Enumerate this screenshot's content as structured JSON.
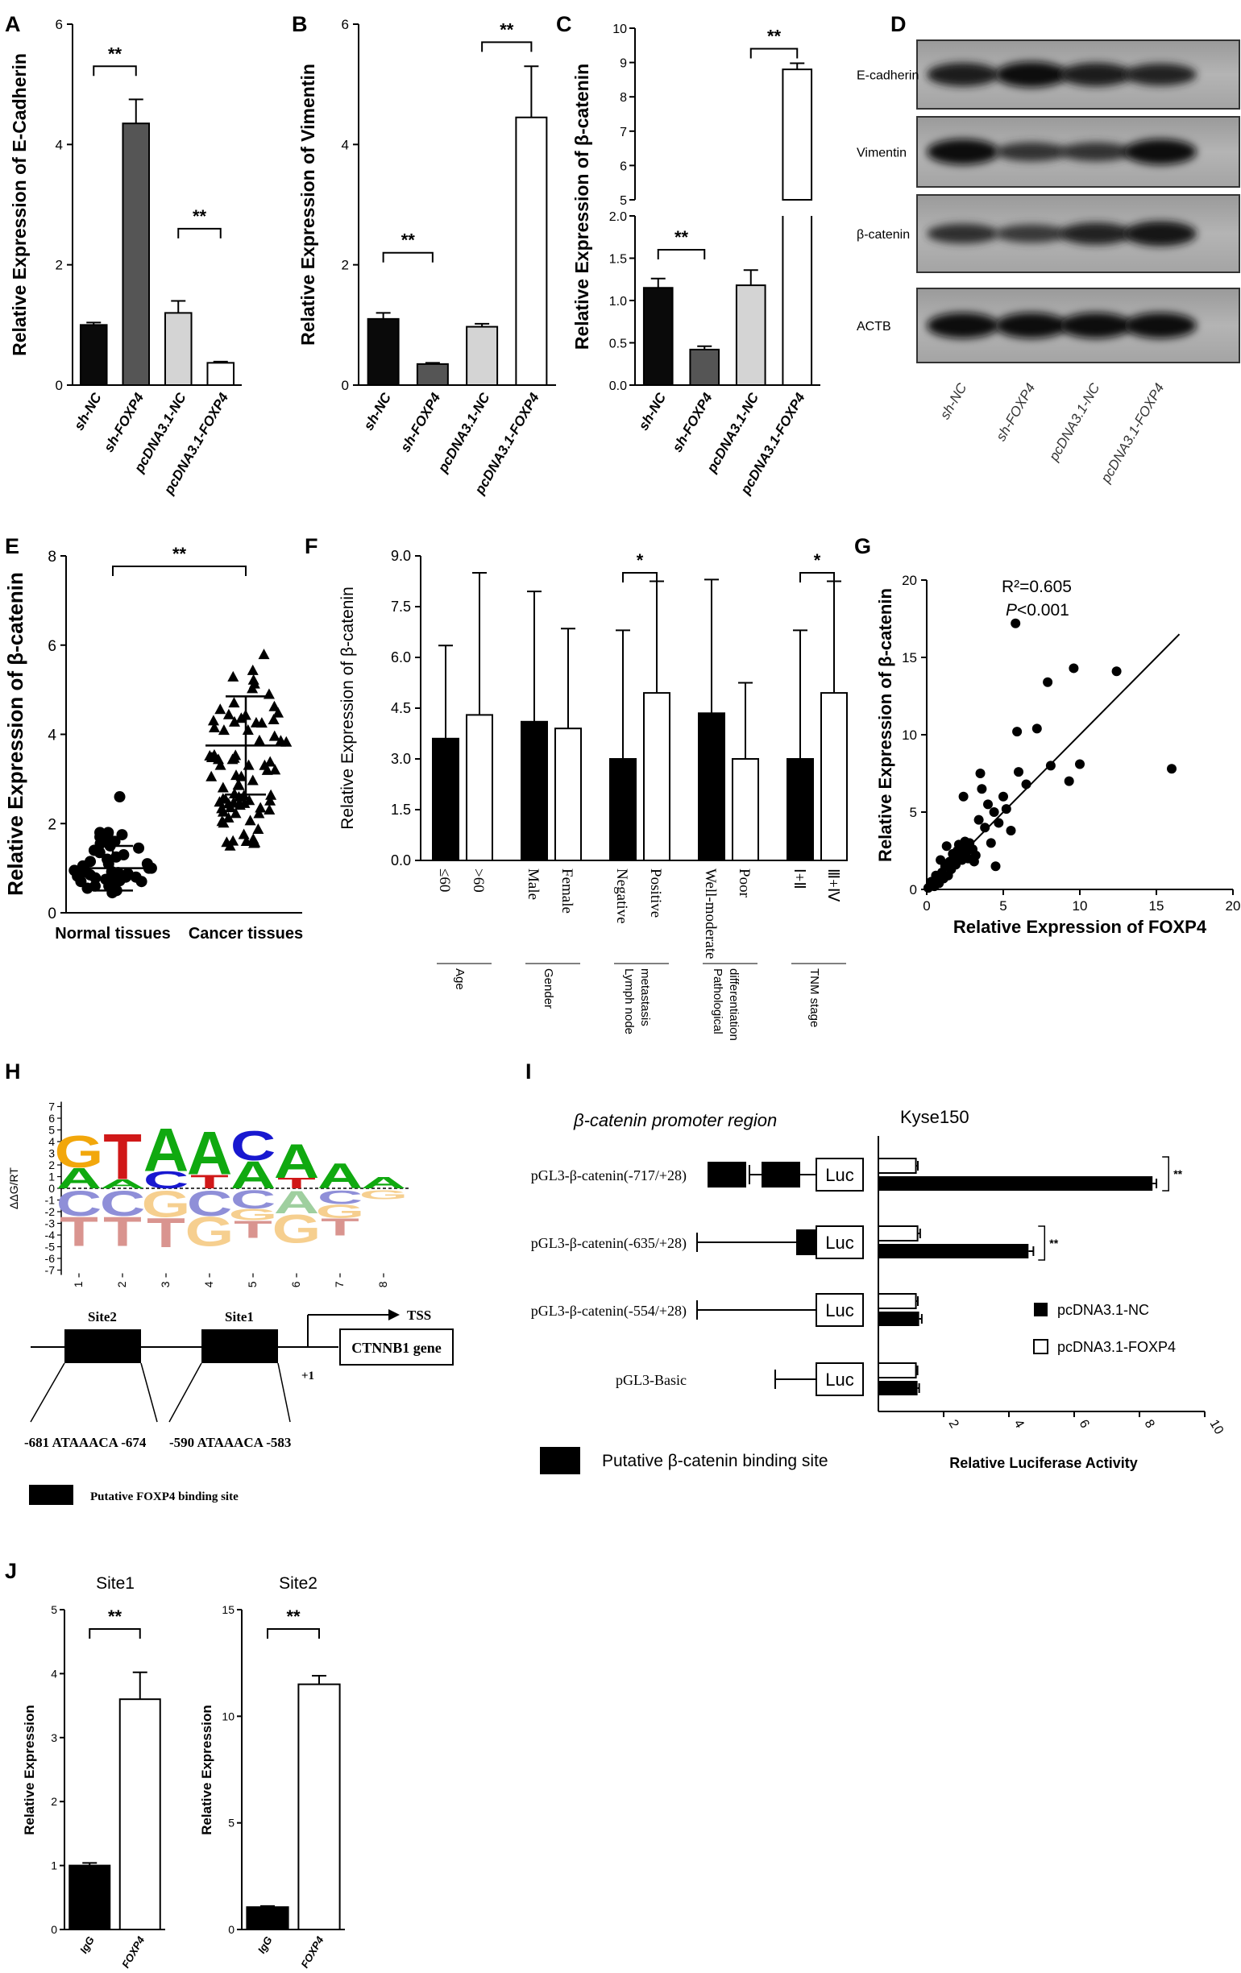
{
  "figure": {
    "panel_letters": [
      "A",
      "B",
      "C",
      "D",
      "E",
      "F",
      "G",
      "H",
      "I",
      "J"
    ],
    "significance": {
      "double": "**",
      "single": "*"
    },
    "colors": {
      "black": "#0a0a0a",
      "dark_gray": "#555555",
      "light_gray": "#d4d4d4",
      "white": "#ffffff"
    }
  },
  "chart_data": [
    {
      "panel": "A",
      "type": "bar",
      "ylabel": "Relative Expression of E-Cadherin",
      "categories": [
        "sh-NC",
        "sh-FOXP4",
        "pcDNA3.1-NC",
        "pcDNA3.1-FOXP4"
      ],
      "values": [
        1.0,
        4.35,
        1.2,
        0.37
      ],
      "errors": [
        0.04,
        0.4,
        0.2,
        0.02
      ],
      "fills": [
        "#0a0a0a",
        "#555555",
        "#d4d4d4",
        "#ffffff"
      ],
      "ylim": [
        0,
        6
      ],
      "yticks": [
        "0",
        "2",
        "4",
        "6"
      ],
      "sig": [
        {
          "pair": [
            0,
            1
          ],
          "y": 5.3,
          "label": "**"
        },
        {
          "pair": [
            2,
            3
          ],
          "y": 2.6,
          "label": "**"
        }
      ]
    },
    {
      "panel": "B",
      "type": "bar",
      "ylabel": "Relative Expression of Vimentin",
      "categories": [
        "sh-NC",
        "sh-FOXP4",
        "pcDNA3.1-NC",
        "pcDNA3.1-FOXP4"
      ],
      "values": [
        1.1,
        0.35,
        0.97,
        4.45
      ],
      "errors": [
        0.1,
        0.02,
        0.05,
        0.85
      ],
      "fills": [
        "#0a0a0a",
        "#555555",
        "#d4d4d4",
        "#ffffff"
      ],
      "ylim": [
        0,
        6
      ],
      "yticks": [
        "0",
        "2",
        "4",
        "6"
      ],
      "sig": [
        {
          "pair": [
            0,
            1
          ],
          "y": 2.2,
          "label": "**"
        },
        {
          "pair": [
            2,
            3
          ],
          "y": 5.7,
          "label": "**"
        }
      ]
    },
    {
      "panel": "C",
      "type": "bar",
      "ylabel": "Relative Expression of β-catenin",
      "categories": [
        "sh-NC",
        "sh-FOXP4",
        "pcDNA3.1-NC",
        "pcDNA3.1-FOXP4"
      ],
      "values": [
        1.15,
        0.42,
        1.18,
        8.8
      ],
      "errors": [
        0.11,
        0.04,
        0.18,
        0.18
      ],
      "fills": [
        "#0a0a0a",
        "#555555",
        "#d4d4d4",
        "#ffffff"
      ],
      "broken_axis": {
        "lower": [
          0,
          2
        ],
        "upper": [
          5,
          10
        ]
      },
      "yticks_lower": [
        "0.0",
        "0.5",
        "1.0",
        "1.5",
        "2.0"
      ],
      "yticks_upper": [
        "5",
        "6",
        "7",
        "8",
        "9",
        "10"
      ],
      "sig": [
        {
          "pair": [
            0,
            1
          ],
          "y": 1.6,
          "label": "**"
        },
        {
          "pair": [
            2,
            3
          ],
          "y": 9.4,
          "label": "**"
        }
      ]
    },
    {
      "panel": "E",
      "type": "scatter",
      "ylabel": "Relative Expression of β-catenin",
      "categories": [
        "Normal tissues",
        "Cancer tissues"
      ],
      "ylim": [
        0,
        8
      ],
      "yticks": [
        "0",
        "2",
        "4",
        "6",
        "8"
      ],
      "mean": [
        1.0,
        3.75
      ],
      "sd": [
        0.5,
        1.1
      ],
      "sig": [
        {
          "pair": [
            0,
            1
          ],
          "y": 7.7,
          "label": "**"
        }
      ]
    },
    {
      "panel": "F",
      "type": "bar",
      "ylabel": "Relative Expression of β-catenin",
      "categories": [
        "≤60",
        ">60",
        "Male",
        "Female",
        "Negative",
        "Positive",
        "Well-moderate",
        "Poor",
        "Ⅰ+Ⅱ",
        "Ⅲ+Ⅳ"
      ],
      "values": [
        3.6,
        4.3,
        4.1,
        3.9,
        3.0,
        4.95,
        4.35,
        3.0,
        3.0,
        4.95
      ],
      "errors": [
        2.75,
        4.2,
        3.85,
        2.95,
        3.8,
        3.3,
        3.95,
        2.25,
        3.8,
        3.3
      ],
      "ylim": [
        0,
        9
      ],
      "yticks": [
        "0.0",
        "1.5",
        "3.0",
        "4.5",
        "6.0",
        "7.5",
        "9.0"
      ],
      "groups": [
        {
          "lines": [
            "Age"
          ]
        },
        {
          "lines": [
            "Gender"
          ]
        },
        {
          "lines": [
            "Lymph node",
            "metastasis"
          ]
        },
        {
          "lines": [
            "Pathological",
            "differentiation"
          ]
        },
        {
          "lines": [
            "TNM stage"
          ]
        }
      ],
      "sig": [
        {
          "pair": [
            4,
            5
          ],
          "y": 8.5,
          "label": "*"
        },
        {
          "pair": [
            8,
            9
          ],
          "y": 8.5,
          "label": "*"
        }
      ]
    },
    {
      "panel": "G",
      "type": "scatter",
      "xlabel": "Relative Expression of FOXP4",
      "ylabel": "Relative Expression of β-catenin",
      "xlim": [
        0,
        20
      ],
      "ylim": [
        0,
        20
      ],
      "xticks": [
        "0",
        "5",
        "10",
        "15",
        "20"
      ],
      "yticks": [
        "0",
        "5",
        "10",
        "15",
        "20"
      ],
      "annotation": {
        "r2": "R²=0.605",
        "p_label": "P",
        "p_value": "<0.001"
      },
      "fit": {
        "x0": 0,
        "y0": 0,
        "x1": 16.5,
        "y1": 16.5
      },
      "points": [
        [
          0.1,
          0.1
        ],
        [
          0.3,
          0.5
        ],
        [
          0.5,
          0.2
        ],
        [
          0.6,
          0.9
        ],
        [
          0.8,
          0.4
        ],
        [
          1.0,
          1.1
        ],
        [
          1.1,
          0.7
        ],
        [
          1.2,
          1.5
        ],
        [
          1.4,
          0.9
        ],
        [
          1.5,
          1.8
        ],
        [
          1.6,
          1.3
        ],
        [
          1.7,
          2.3
        ],
        [
          1.8,
          2.0
        ],
        [
          1.9,
          1.6
        ],
        [
          2.0,
          2.5
        ],
        [
          2.1,
          2.9
        ],
        [
          2.2,
          2.2
        ],
        [
          2.3,
          1.9
        ],
        [
          2.4,
          2.7
        ],
        [
          2.5,
          3.1
        ],
        [
          2.6,
          2.4
        ],
        [
          2.7,
          2.0
        ],
        [
          2.8,
          3.0
        ],
        [
          3.0,
          2.6
        ],
        [
          3.1,
          1.8
        ],
        [
          3.2,
          2.2
        ],
        [
          3.4,
          4.5
        ],
        [
          3.5,
          7.5
        ],
        [
          3.6,
          6.5
        ],
        [
          3.8,
          4.0
        ],
        [
          4.0,
          5.5
        ],
        [
          4.2,
          3.0
        ],
        [
          4.4,
          5.0
        ],
        [
          4.5,
          1.5
        ],
        [
          4.7,
          4.3
        ],
        [
          5.0,
          6.0
        ],
        [
          5.2,
          5.2
        ],
        [
          5.5,
          3.8
        ],
        [
          5.8,
          17.2
        ],
        [
          5.9,
          10.2
        ],
        [
          6.0,
          7.6
        ],
        [
          6.5,
          6.8
        ],
        [
          7.2,
          10.4
        ],
        [
          7.9,
          13.4
        ],
        [
          8.1,
          8.0
        ],
        [
          9.3,
          7.0
        ],
        [
          9.6,
          14.3
        ],
        [
          10.0,
          8.1
        ],
        [
          12.4,
          14.1
        ],
        [
          16.0,
          7.8
        ],
        [
          1.3,
          2.8
        ],
        [
          2.4,
          6.0
        ],
        [
          0.9,
          1.9
        ]
      ]
    },
    {
      "panel": "H",
      "type": "diagram",
      "ylabel": "ΔΔG/RT",
      "yticks": [
        "7",
        "6",
        "5",
        "4",
        "3",
        "2",
        "1",
        "0",
        "-1",
        "-2",
        "-3",
        "-4",
        "-5",
        "-6",
        "-7"
      ],
      "xticks": [
        "1",
        "2",
        "3",
        "4",
        "5",
        "6",
        "7",
        "8"
      ],
      "top_letters": [
        [
          {
            "l": "G",
            "h": 2.8
          },
          {
            "l": "A",
            "h": 1.8
          }
        ],
        [
          {
            "l": "T",
            "h": 4.0
          },
          {
            "l": "A",
            "h": 0.8
          }
        ],
        [
          {
            "l": "A",
            "h": 3.8
          },
          {
            "l": "C",
            "h": 1.5
          }
        ],
        [
          {
            "l": "A",
            "h": 3.8
          },
          {
            "l": "T",
            "h": 1.2
          }
        ],
        [
          {
            "l": "C",
            "h": 2.6
          },
          {
            "l": "A",
            "h": 2.4
          }
        ],
        [
          {
            "l": "A",
            "h": 3.0
          },
          {
            "l": "T",
            "h": 0.9
          }
        ],
        [
          {
            "l": "A",
            "h": 2.2
          }
        ],
        [
          {
            "l": "A",
            "h": 1.0
          }
        ]
      ],
      "bottom_letters": [
        [
          {
            "l": "C",
            "h": 2.2
          },
          {
            "l": "T",
            "h": 2.6
          }
        ],
        [
          {
            "l": "C",
            "h": 2.2
          },
          {
            "l": "T",
            "h": 2.6
          }
        ],
        [
          {
            "l": "G",
            "h": 2.3
          },
          {
            "l": "T",
            "h": 2.6
          }
        ],
        [
          {
            "l": "C",
            "h": 2.2
          },
          {
            "l": "G",
            "h": 2.6
          }
        ],
        [
          {
            "l": "C",
            "h": 1.6
          },
          {
            "l": "G",
            "h": 1.0
          },
          {
            "l": "T",
            "h": 1.5
          }
        ],
        [
          {
            "l": "A",
            "h": 2.0
          },
          {
            "l": "G",
            "h": 2.5
          }
        ],
        [
          {
            "l": "C",
            "h": 1.2
          },
          {
            "l": "G",
            "h": 1.2
          },
          {
            "l": "T",
            "h": 1.5
          }
        ],
        [
          {
            "l": "G",
            "h": 0.8
          }
        ]
      ],
      "site2": "Site2",
      "site1": "Site1",
      "tss": "TSS",
      "plus_one": "+1",
      "gene": "CTNNB1 gene",
      "seq2": "-681 ATAAACA -674",
      "seq1": "-590 ATAAACA -583",
      "legend": "Putative FOXP4 binding site"
    },
    {
      "panel": "I",
      "type": "bar",
      "orientation": "horizontal",
      "title": "Kyse150",
      "region_title": "β-catenin promoter region",
      "constructs": [
        "pGL3-β-catenin(-717/+28)",
        "pGL3-β-catenin(-635/+28)",
        "pGL3-β-catenin(-554/+28)",
        "pGL3-Basic"
      ],
      "luc": "Luc",
      "xlabel": "Relative Luciferase Activity",
      "xlim": [
        0,
        10
      ],
      "xticks": [
        "2",
        "4",
        "6",
        "8",
        "10"
      ],
      "series": [
        {
          "name": "pcDNA3.1-NC",
          "values": [
            8.4,
            4.6,
            1.25,
            1.2
          ],
          "errors": [
            0.12,
            0.15,
            0.08,
            0.05
          ]
        },
        {
          "name": "pcDNA3.1-FOXP4",
          "values": [
            1.15,
            1.2,
            1.15,
            1.15
          ],
          "errors": [
            0.06,
            0.08,
            0.06,
            0.05
          ]
        }
      ],
      "sig": [
        "**",
        "**"
      ],
      "legend_binding": "Putative β-catenin binding site"
    },
    {
      "panel": "J",
      "type": "bar",
      "subcharts": [
        {
          "title": "Site1",
          "ylabel": "Relative Expression",
          "categories": [
            "IgG",
            "FOXP4"
          ],
          "values": [
            1.0,
            3.6
          ],
          "errors": [
            0.04,
            0.42
          ],
          "ylim": [
            0,
            5
          ],
          "yticks": [
            "0",
            "1",
            "2",
            "3",
            "4",
            "5"
          ],
          "sig": "**"
        },
        {
          "title": "Site2",
          "ylabel": "Relative Expression",
          "categories": [
            "IgG",
            "FOXP4"
          ],
          "values": [
            1.05,
            11.5
          ],
          "errors": [
            0.05,
            0.4
          ],
          "ylim": [
            0,
            15
          ],
          "yticks": [
            "0",
            "5",
            "10",
            "15"
          ],
          "sig": "**"
        }
      ]
    }
  ],
  "western_blot": {
    "panel": "D",
    "bands": [
      "E-cadherin",
      "Vimentin",
      "β-catenin",
      "ACTB"
    ],
    "lanes": [
      "sh-NC",
      "sh-FOXP4",
      "pcDNA3.1-NC",
      "pcDNA3.1-FOXP4"
    ],
    "intensity": [
      [
        0.85,
        1.0,
        0.85,
        0.75
      ],
      [
        1.0,
        0.55,
        0.55,
        1.0
      ],
      [
        0.6,
        0.5,
        0.75,
        0.95
      ],
      [
        1.0,
        1.0,
        1.0,
        1.0
      ]
    ]
  }
}
